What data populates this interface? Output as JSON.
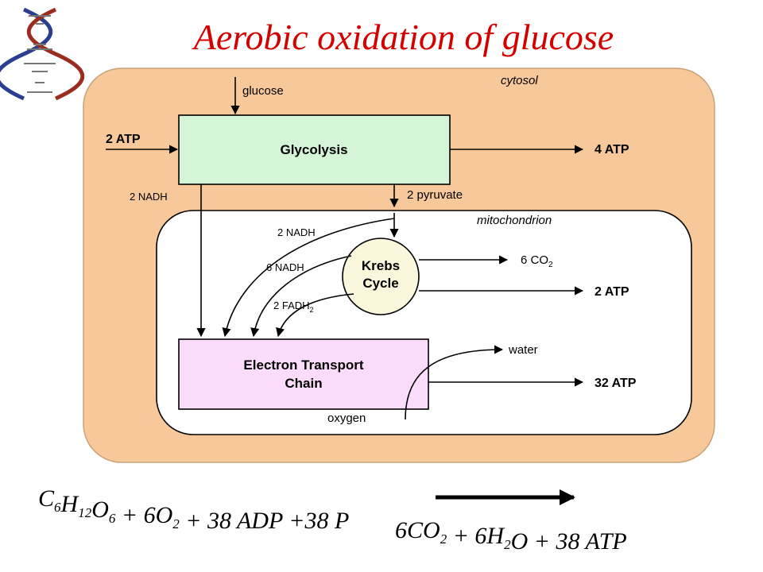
{
  "title": "Aerobic oxidation of glucose",
  "diagram": {
    "regions": {
      "cytosol": "cytosol",
      "mitochondrion": "mitochondrion"
    },
    "boxes": {
      "glycolysis": "Glycolysis",
      "krebs_line1": "Krebs",
      "krebs_line2": "Cycle",
      "etc_line1": "Electron Transport",
      "etc_line2": "Chain"
    },
    "labels": {
      "glucose": "glucose",
      "atp_in": "2 ATP",
      "atp_glycolysis": "4 ATP",
      "nadh_glycolysis": "2 NADH",
      "pyruvate": "2 pyruvate",
      "nadh_pyruvate": "2 NADH",
      "nadh_krebs": "6 NADH",
      "fadh_prefix": "2 FADH",
      "fadh_sub": "2",
      "co2_prefix": "6 CO",
      "co2_sub": "2",
      "atp_krebs": "2 ATP",
      "water": "water",
      "atp_etc": "32 ATP",
      "oxygen": "oxygen"
    }
  },
  "equation": {
    "reactants": [
      {
        "t": "C",
        "sub": "6"
      },
      {
        "t": "H",
        "sub": "12"
      },
      {
        "t": "O",
        "sub": "6"
      },
      {
        "t": " + 6O",
        "sub": "2"
      },
      {
        "t": " + 38 ADP +38 P",
        "sub": ""
      }
    ],
    "products": [
      {
        "t": "6CO",
        "sub": "2"
      },
      {
        "t": " + 6H",
        "sub": "2"
      },
      {
        "t": "O + 38 ATP",
        "sub": ""
      }
    ]
  }
}
